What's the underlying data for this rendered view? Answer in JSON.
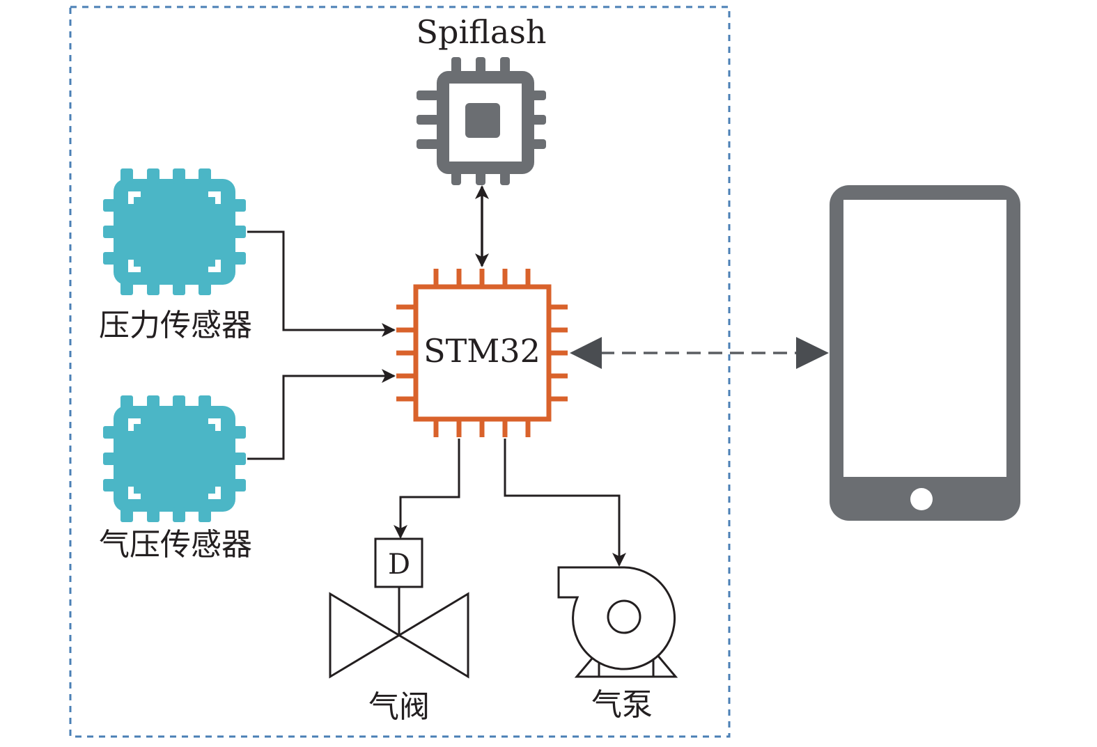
{
  "diagram": {
    "title": "",
    "boundary": {
      "style": "dashed",
      "color": "#4a7fb5"
    },
    "components": {
      "mcu": {
        "label": "STM32",
        "color": "#d9622b"
      },
      "flash": {
        "label": "Spiflash",
        "color": "#6b6e72"
      },
      "pressure_sensor": {
        "label": "压力传感器",
        "color": "#4bb6c6"
      },
      "baro_sensor": {
        "label": "气压传感器",
        "color": "#4bb6c6"
      },
      "valve": {
        "label": "气阀",
        "actuator_letter": "D"
      },
      "pump": {
        "label": "气泵"
      },
      "phone": {
        "label": "",
        "color": "#6b6e72"
      }
    },
    "connections": [
      {
        "from": "flash",
        "to": "mcu",
        "type": "bidirectional",
        "style": "solid"
      },
      {
        "from": "pressure_sensor",
        "to": "mcu",
        "type": "directed",
        "style": "solid"
      },
      {
        "from": "baro_sensor",
        "to": "mcu",
        "type": "directed",
        "style": "solid"
      },
      {
        "from": "mcu",
        "to": "valve",
        "type": "directed",
        "style": "solid"
      },
      {
        "from": "mcu",
        "to": "pump",
        "type": "directed",
        "style": "solid"
      },
      {
        "from": "mcu",
        "to": "phone",
        "type": "bidirectional",
        "style": "dashed"
      }
    ],
    "line_color": "#231f20"
  }
}
